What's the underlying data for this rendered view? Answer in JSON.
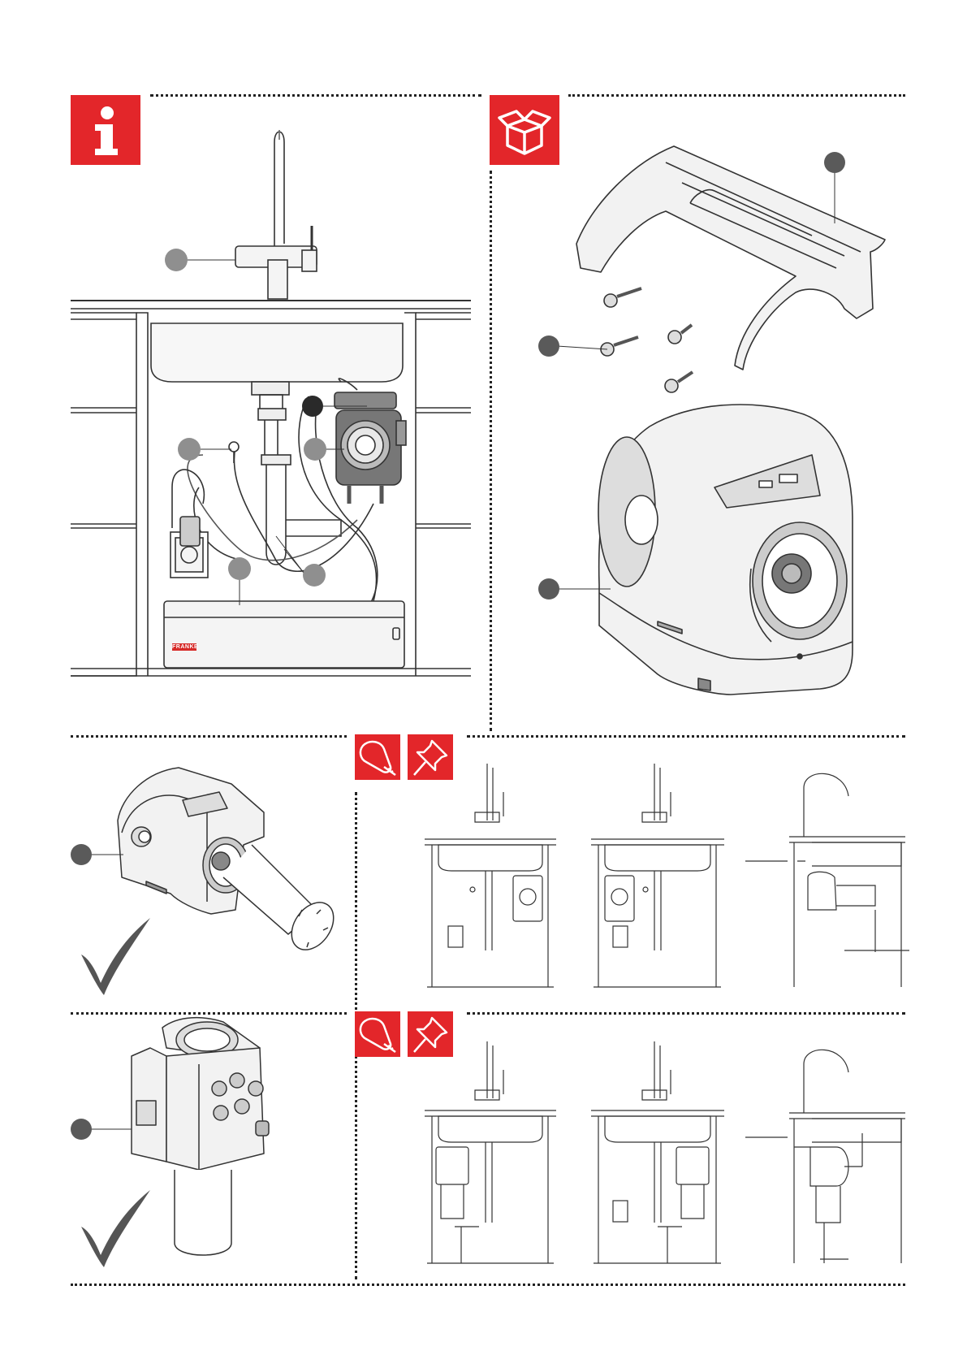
{
  "page": {
    "sections": [
      {
        "id": "info",
        "icon": "info-icon"
      },
      {
        "id": "box-contents",
        "icon": "open-box-icon"
      },
      {
        "id": "installation-variant-a",
        "icons": [
          "tape-measure-icon",
          "pushpin-icon"
        ]
      },
      {
        "id": "installation-variant-b",
        "icons": [
          "tape-measure-icon",
          "pushpin-icon"
        ]
      }
    ],
    "boiler_label": "FRANKE",
    "check_marks": [
      "checkmark-icon",
      "checkmark-icon"
    ]
  }
}
